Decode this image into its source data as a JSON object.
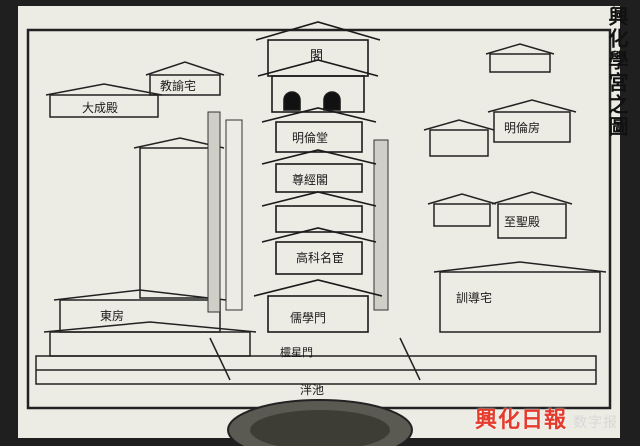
{
  "title": "興化學宮之圖",
  "labels": {
    "left_hall": "大成殿",
    "jiao_yu": "教諭宅",
    "ming_lun": "明倫堂",
    "zun_jing": "尊經閣",
    "ge_top": "閣",
    "ru_xue": "儒學門",
    "xun_dao": "訓導宅",
    "gate_left": "欞星門",
    "pan_chi": "泮池",
    "dong_fang": "東房",
    "zhi_sheng": "至聖殿",
    "gao_ke": "高科名宦",
    "ming_lun2": "明倫房"
  },
  "watermark": {
    "brand": "興化日報",
    "sub": "数字报"
  },
  "colors": {
    "paper": "#ecebe4",
    "ink": "#1b1b1b",
    "watermark_red": "#e53b2c"
  }
}
